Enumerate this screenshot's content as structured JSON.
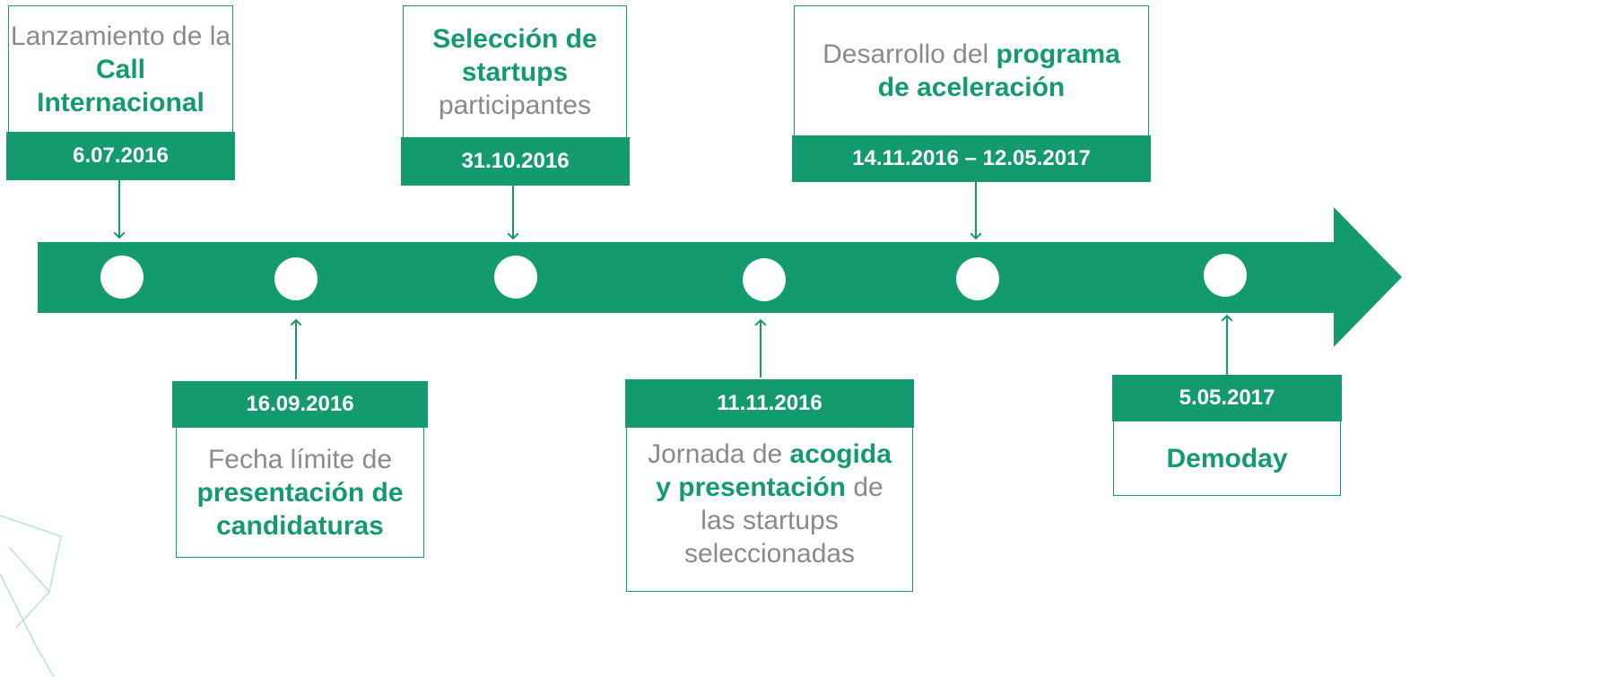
{
  "colors": {
    "accent": "#139a6f",
    "muted_text": "#8a8a8a",
    "background": "#ffffff"
  },
  "events": [
    {
      "date": "6.07.2016",
      "text": [
        {
          "t": "Lanzamiento de la ",
          "hl": false
        },
        {
          "t": "Call Internacional",
          "hl": true
        }
      ]
    },
    {
      "date": "16.09.2016",
      "text": [
        {
          "t": "Fecha límite de ",
          "hl": false
        },
        {
          "t": "presentación de candidaturas",
          "hl": true
        }
      ]
    },
    {
      "date": "31.10.2016",
      "text": [
        {
          "t": "Selección de startups",
          "hl": true
        },
        {
          "t": " participantes",
          "hl": false
        }
      ]
    },
    {
      "date": "11.11.2016",
      "text": [
        {
          "t": "Jornada de ",
          "hl": false
        },
        {
          "t": "acogida y presentación",
          "hl": true
        },
        {
          "t": " de las startups seleccionadas",
          "hl": false
        }
      ]
    },
    {
      "date": "14.11.2016 – 12.05.2017",
      "text": [
        {
          "t": "Desarrollo del ",
          "hl": false
        },
        {
          "t": "programa de aceleración",
          "hl": true
        }
      ]
    },
    {
      "date": "5.05.2017",
      "text": [
        {
          "t": "Demoday",
          "hl": true
        }
      ]
    }
  ]
}
